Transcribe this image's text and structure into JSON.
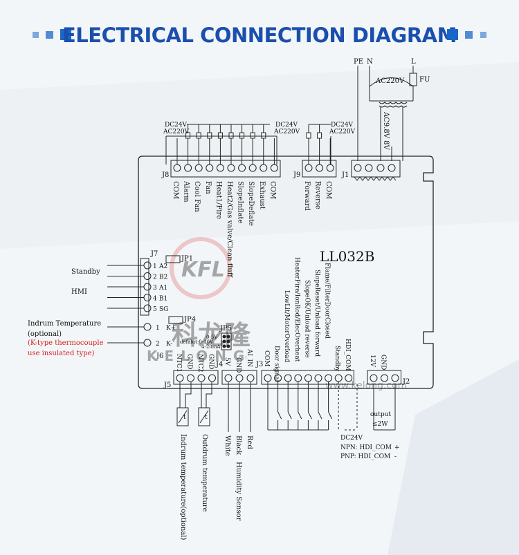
{
  "header": {
    "title": "ELECTRICAL CONNECTION DIAGRAM"
  },
  "colors": {
    "title": "#1b4fae",
    "accent": "#1b67c9",
    "note_red": "#d42020",
    "watermark": "#e8a0a0"
  },
  "board": {
    "model": "LL032B"
  },
  "power": {
    "pe": "PE",
    "n": "N",
    "l": "L",
    "ac220v": "AC220V",
    "fuse": "FU",
    "transformer_out": "AC9.8V 8V"
  },
  "top_supply": {
    "dc24v": "DC24V",
    "ac220v": "AC220V"
  },
  "connectors": {
    "j1": "J1",
    "j2": "J2",
    "j3": "J3",
    "j4": "J4",
    "j5": "J5",
    "j6": "J6",
    "j7": "J7",
    "j8": "J8",
    "j9": "J9",
    "jp1": "JP1",
    "jp4": "JP4",
    "jp5": "JP5"
  },
  "j8_pins": [
    "COM",
    "Alarm",
    "Cool Fan",
    "Fan",
    "Heat1/Fire",
    "Heat2/Gas valve/Clean fluff",
    "SlopeInflate",
    "SlopeDeflate",
    "Exhaust",
    "COM"
  ],
  "j9_pins": [
    "Forward",
    "Reverse",
    "COM"
  ],
  "j7_pins": [
    "A2",
    "B2",
    "A1",
    "B1",
    "SG"
  ],
  "j7_nums": [
    "1",
    "2",
    "3",
    "4",
    "5"
  ],
  "j7_labels": {
    "standby": "Standby",
    "hmi": "HMI"
  },
  "j6_pins": [
    "K+",
    "K-"
  ],
  "j6_nums": [
    "1",
    "2"
  ],
  "indrum_note": {
    "line1": "Indrum Temperature",
    "line2": "(optional)",
    "line3": "(K-type thermocouple",
    "line4": "use insulated type)"
  },
  "jp5_text": {
    "line1": "0-5V",
    "line2": "defalut:0-10V",
    "line3": "4-20mA"
  },
  "j5_pins": [
    "NTC1",
    "GND",
    "NTC2",
    "GND"
  ],
  "j4_pins": [
    "5V",
    "GND",
    "AI_IN"
  ],
  "j3_pins": [
    "COM",
    "Door signal",
    "LowLit/MotorOverload",
    "HeaterFire/IonRod/ElecOverheat",
    "SlopeOK/Unload reverse",
    "SlopeReset/Unload forward",
    "Flame/FilterDoorClosed",
    "Standby",
    "HDI_COM"
  ],
  "j2_pins": [
    "12V",
    "GND"
  ],
  "sensors": {
    "indrum": "Indrum temperature(optional)",
    "outdrum": "Outdrum temperature",
    "wire_white": "White",
    "wire_black": "Black",
    "wire_red": "Red",
    "humidity": "Humidity Sensor"
  },
  "output": {
    "label": "output",
    "load": "≤2W"
  },
  "hdi": {
    "dc24v": "DC24V",
    "npn": "NPN: HDI_COM",
    "npn_sign": "+",
    "pnp": "PNP: HDI_COM",
    "pnp_sign": "-"
  },
  "watermark": {
    "logo": "KFL",
    "brand_en": "KELONG",
    "brand_cn": "科龙隆",
    "url": "www.kelong.com"
  }
}
